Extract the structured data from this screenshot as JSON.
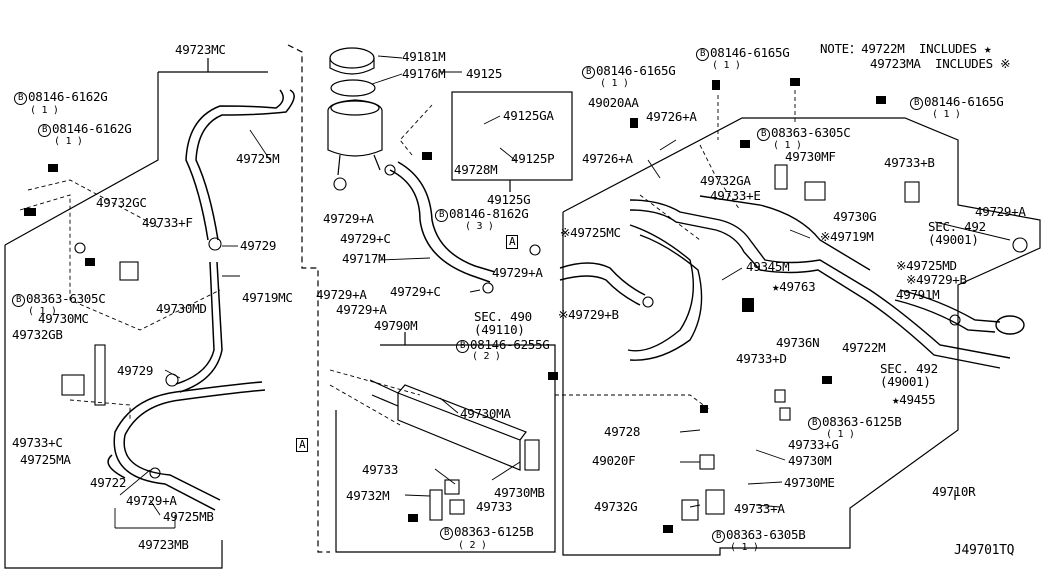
{
  "diagram_id": "J49701TQ",
  "note": {
    "line1_prefix": "NOTE：49722M",
    "line1_suffix": "INCLUDES ★",
    "line2_prefix": "49723MA",
    "line2_suffix": "INCLUDES ※"
  },
  "markers": {
    "bolt_b": "B",
    "bolt_qty_1": "( 1 )",
    "bolt_qty_2": "( 2 )",
    "bolt_qty_3": "( 3 )",
    "ref_a": "A"
  },
  "labels": {
    "p49723MC": "49723MC",
    "p49725M": "49725M",
    "p49729_up": "49729",
    "p49719MC": "49719MC",
    "p49729_mid": "49729",
    "p49732GC": "49732GC",
    "p49733F": "49733+F",
    "p49730MD": "49730MD",
    "p49730MC": "49730MC",
    "p49732GB": "49732GB",
    "p49733C": "49733+C",
    "p49725MA": "49725MA",
    "p49722": "49722",
    "p49729A_bl": "49729+A",
    "p49725MB": "49725MB",
    "p49723MB": "49723MB",
    "p49181M": "49181M",
    "p49176M": "49176M",
    "p49125": "49125",
    "p49125GA": "49125GA",
    "p49125P": "49125P",
    "p49728M": "49728M",
    "p49125G": "49125G",
    "p49729A_m1": "49729+A",
    "p49729C_m1": "49729+C",
    "p49717M": "49717M",
    "p49729C_m2": "49729+C",
    "p49729A_m2": "49729+A",
    "sec490": "SEC. 490",
    "sec490b": "(49110)",
    "p49729A_cl1": "49729+A",
    "p49729A_cl2": "49729+A",
    "p49790M": "49790M",
    "p49730MA": "49730MA",
    "p49733_1": "49733",
    "p49732M": "49732M",
    "p49733_2": "49733",
    "p49730MB": "49730MB",
    "p49020AA": "49020AA",
    "p49726A_1": "49726+A",
    "p49726A_2": "49726+A",
    "p49725MC_r": "※49725MC",
    "p49729B_r": "※49729+B",
    "p49730MF": "49730MF",
    "p49732GA": "49732GA",
    "p49733E": "49733+E",
    "p49733B": "49733+B",
    "p49730G": "49730G",
    "p49719M": "※49719M",
    "p49345M": "49345M",
    "p49763": "★49763",
    "sec492_t": "SEC. 492",
    "sec492_tb": "(49001)",
    "p49729A_r": "49729+A",
    "p49725MD": "※49725MD",
    "p49729B_r2": "※49729+B",
    "p49791M": "49791M",
    "p49722M": "49722M",
    "p49736N": "49736N",
    "p49733D": "49733+D",
    "sec492_b": "SEC. 492",
    "sec492_bb": "(49001)",
    "p49455": "★49455",
    "p49728": "49728",
    "p49733G": "49733+G",
    "p49020F": "49020F",
    "p49730M": "49730M",
    "p49730ME": "49730ME",
    "p49710R": "49710R",
    "p49732G": "49732G",
    "p49733A_b": "49733+A"
  },
  "bolts": {
    "b1": "08146-6162G",
    "b2": "08146-6162G",
    "b3": "08363-6305C",
    "b4": "08146-8162G",
    "b5": "08146-6255G",
    "b6": "08363-6125B",
    "b7": "08146-6165G",
    "b8": "08146-6165G",
    "b9": "08146-6165G",
    "b10": "08363-6305C",
    "b11": "08363-6125B",
    "b12": "08363-6305B"
  }
}
